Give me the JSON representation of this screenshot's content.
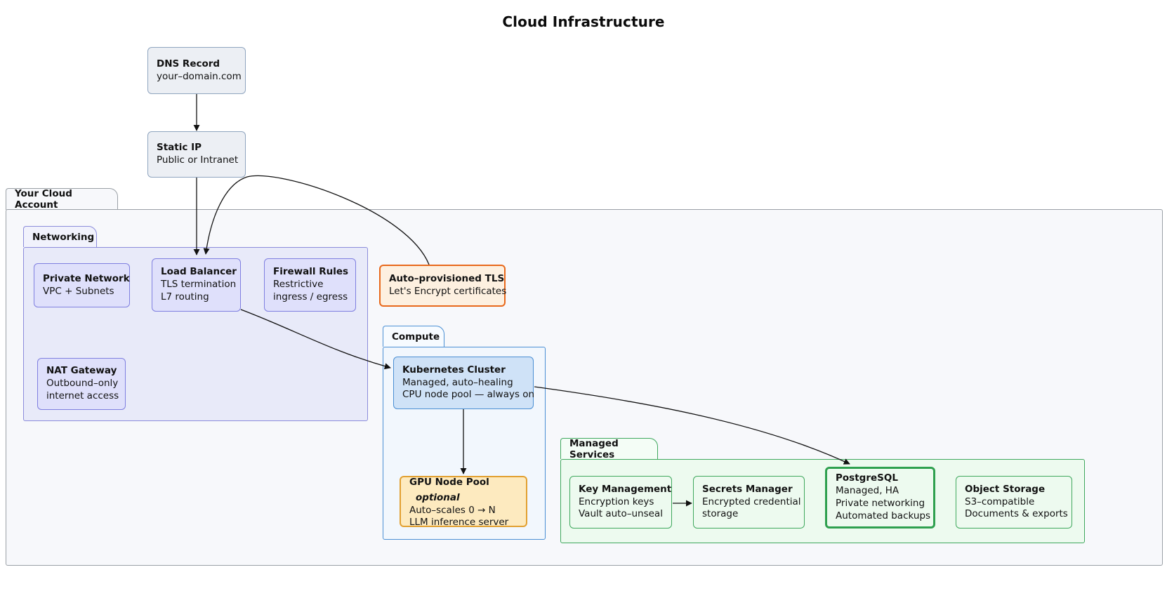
{
  "title": "Cloud Infrastructure",
  "clusters": {
    "account": {
      "label": "Your Cloud Account"
    },
    "networking": {
      "label": "Networking"
    },
    "compute": {
      "label": "Compute"
    },
    "managed_services": {
      "label": "Managed Services"
    }
  },
  "nodes": {
    "dns": {
      "title": "DNS Record",
      "lines": [
        "your–domain.com"
      ]
    },
    "static_ip": {
      "title": "Static IP",
      "lines": [
        "Public or Intranet"
      ]
    },
    "private_network": {
      "title": "Private Network",
      "lines": [
        "VPC + Subnets"
      ]
    },
    "load_balancer": {
      "title": "Load Balancer",
      "lines": [
        "TLS termination",
        "L7 routing"
      ]
    },
    "firewall": {
      "title": "Firewall Rules",
      "lines": [
        "Restrictive",
        "ingress / egress"
      ]
    },
    "nat_gateway": {
      "title": "NAT Gateway",
      "lines": [
        "Outbound–only",
        "internet access"
      ]
    },
    "tls": {
      "title": "Auto–provisioned TLS",
      "lines": [
        "Let's Encrypt certificates"
      ]
    },
    "kubernetes": {
      "title": "Kubernetes Cluster",
      "lines": [
        "Managed, auto–healing",
        "CPU node pool — always on"
      ]
    },
    "gpu_pool": {
      "title": "GPU Node Pool",
      "badge": "optional",
      "lines": [
        "Auto–scales 0 → N",
        "LLM inference server"
      ]
    },
    "key_management": {
      "title": "Key Management",
      "lines": [
        "Encryption keys",
        "Vault auto–unseal"
      ]
    },
    "secrets_manager": {
      "title": "Secrets Manager",
      "lines": [
        "Encrypted credential",
        "storage"
      ]
    },
    "postgresql": {
      "title": "PostgreSQL",
      "lines": [
        "Managed, HA",
        "Private networking",
        "Automated backups"
      ]
    },
    "object_storage": {
      "title": "Object Storage",
      "lines": [
        "S3–compatible",
        "Documents & exports"
      ]
    }
  },
  "edges": [
    {
      "from": "dns",
      "to": "static_ip"
    },
    {
      "from": "static_ip",
      "to": "load_balancer"
    },
    {
      "from": "tls",
      "to": "load_balancer"
    },
    {
      "from": "load_balancer",
      "to": "kubernetes"
    },
    {
      "from": "kubernetes",
      "to": "gpu_pool"
    },
    {
      "from": "kubernetes",
      "to": "postgresql"
    },
    {
      "from": "key_management",
      "to": "secrets_manager"
    }
  ],
  "colors": {
    "plain_fill": "#eceff4",
    "plain_stroke": "#8fa5bf",
    "network_fill": "#dfe0fb",
    "network_stroke": "#7f7fe0",
    "orange_fill": "#fdf0e0",
    "orange_stroke": "#e8681a",
    "blue_fill": "#cfe2f7",
    "blue_stroke": "#4a8fd4",
    "amber_fill": "#fdeabf",
    "amber_stroke": "#e2a031",
    "green_fill": "#edfaef",
    "green_stroke": "#3fa85d",
    "edge_stroke": "#111111"
  }
}
